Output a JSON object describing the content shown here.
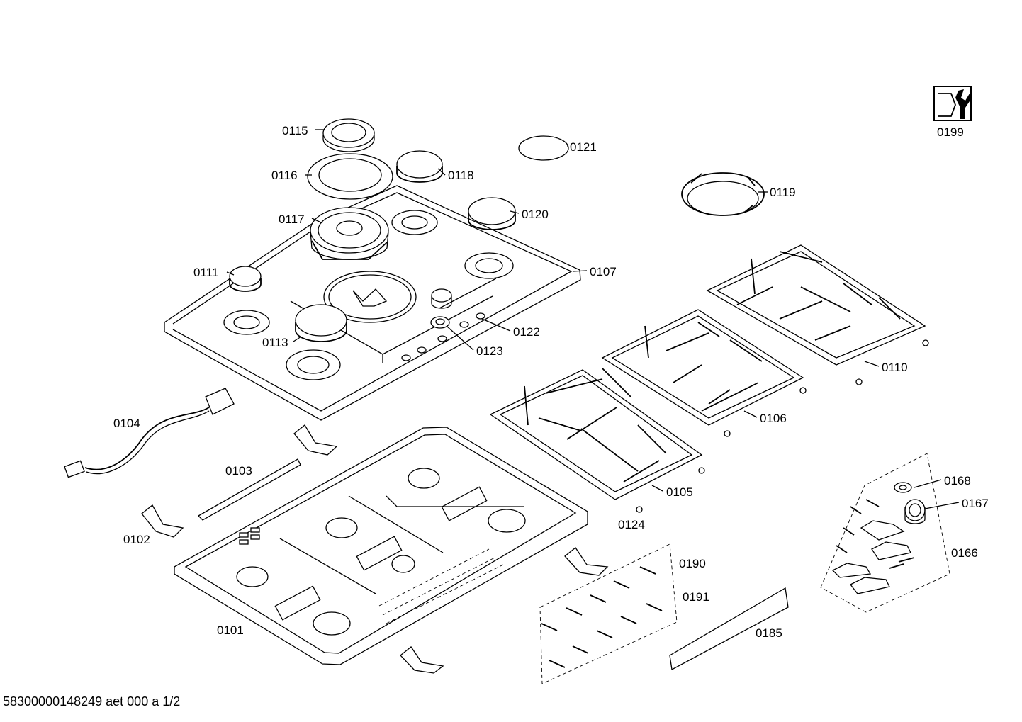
{
  "parts": {
    "p0101": "0101",
    "p0102": "0102",
    "p0103": "0103",
    "p0104": "0104",
    "p0105": "0105",
    "p0106": "0106",
    "p0107": "0107",
    "p0110": "0110",
    "p0111": "0111",
    "p0113": "0113",
    "p0115": "0115",
    "p0116": "0116",
    "p0117": "0117",
    "p0118": "0118",
    "p0119": "0119",
    "p0120": "0120",
    "p0121": "0121",
    "p0122": "0122",
    "p0123": "0123",
    "p0124": "0124",
    "p0166": "0166",
    "p0167": "0167",
    "p0168": "0168",
    "p0185": "0185",
    "p0190": "0190",
    "p0191": "0191",
    "p0199": "0199"
  },
  "footer": {
    "doc_id": "58300000148249 aet 000 a 1/2"
  },
  "icons": {
    "service": "wrench-nut-icon"
  }
}
